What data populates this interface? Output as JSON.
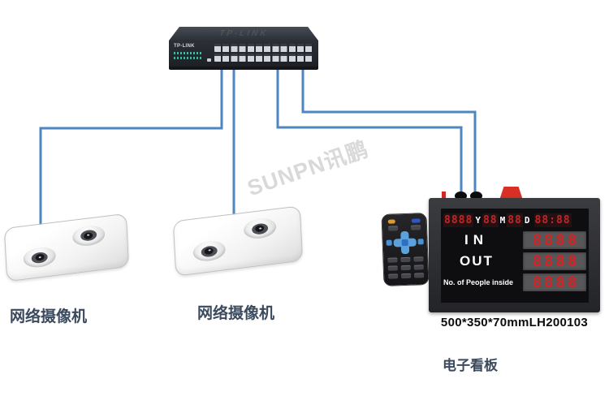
{
  "watermark": "SUNPN讯鹏",
  "switch": {
    "top_brand": "TP-LINK",
    "front_brand": "TP-LINK"
  },
  "camera1": {
    "label": "网络摄像机"
  },
  "camera2": {
    "label": "网络摄像机"
  },
  "board": {
    "label": "电子看板",
    "dimensions": "500*350*70mmLH200103",
    "date": {
      "year_digits": "8888",
      "year_letter": "Y",
      "month_digits": "88",
      "month_letter": "M",
      "day_digits": "88",
      "day_letter": "D",
      "time_digits": "88:88"
    },
    "in_label": "IN",
    "in_value": "8888",
    "out_label": "OUT",
    "out_value": "8888",
    "people_label": "No. of People inside",
    "people_value": "8888"
  },
  "colors": {
    "wire_blue": "#4d86c1",
    "digit_red": "#d22424",
    "accent_red": "#d83024",
    "label_text": "#3c4a5e"
  }
}
